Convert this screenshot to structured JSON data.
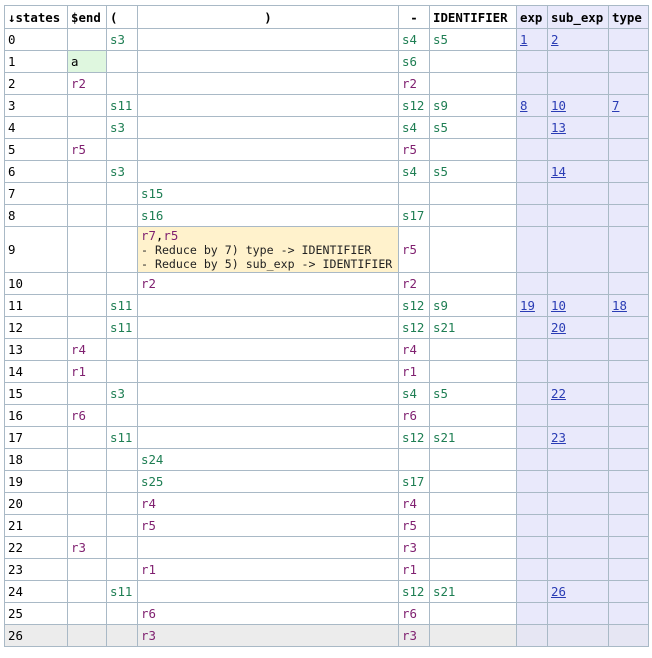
{
  "columns": [
    {
      "label": "↓states",
      "kind": "state"
    },
    {
      "label": "$end",
      "kind": "action"
    },
    {
      "label": "(",
      "kind": "action"
    },
    {
      "label": ")",
      "kind": "action"
    },
    {
      "label": "-",
      "kind": "action"
    },
    {
      "label": "IDENTIFIER",
      "kind": "action"
    },
    {
      "label": "exp",
      "kind": "goto"
    },
    {
      "label": "sub_exp",
      "kind": "goto"
    },
    {
      "label": "type",
      "kind": "goto"
    }
  ],
  "rows": [
    {
      "state": "0",
      "end": "",
      "lparen": "s3",
      "rparen": "",
      "dash": "s4",
      "ident": "s5",
      "exp": "1",
      "sub_exp": "2",
      "type": ""
    },
    {
      "state": "1",
      "end": "a",
      "lparen": "",
      "rparen": "",
      "dash": "s6",
      "ident": "",
      "exp": "",
      "sub_exp": "",
      "type": ""
    },
    {
      "state": "2",
      "end": "r2",
      "lparen": "",
      "rparen": "",
      "dash": "r2",
      "ident": "",
      "exp": "",
      "sub_exp": "",
      "type": ""
    },
    {
      "state": "3",
      "end": "",
      "lparen": "s11",
      "rparen": "",
      "dash": "s12",
      "ident": "s9",
      "exp": "8",
      "sub_exp": "10",
      "type": "7"
    },
    {
      "state": "4",
      "end": "",
      "lparen": "s3",
      "rparen": "",
      "dash": "s4",
      "ident": "s5",
      "exp": "",
      "sub_exp": "13",
      "type": ""
    },
    {
      "state": "5",
      "end": "r5",
      "lparen": "",
      "rparen": "",
      "dash": "r5",
      "ident": "",
      "exp": "",
      "sub_exp": "",
      "type": ""
    },
    {
      "state": "6",
      "end": "",
      "lparen": "s3",
      "rparen": "",
      "dash": "s4",
      "ident": "s5",
      "exp": "",
      "sub_exp": "14",
      "type": ""
    },
    {
      "state": "7",
      "end": "",
      "lparen": "",
      "rparen": "s15",
      "dash": "",
      "ident": "",
      "exp": "",
      "sub_exp": "",
      "type": ""
    },
    {
      "state": "8",
      "end": "",
      "lparen": "",
      "rparen": "s16",
      "dash": "s17",
      "ident": "",
      "exp": "",
      "sub_exp": "",
      "type": ""
    },
    {
      "state": "9",
      "end": "",
      "lparen": "",
      "rparen": "",
      "dash": "r5",
      "ident": "",
      "exp": "",
      "sub_exp": "",
      "type": "",
      "conflict": {
        "reduce_a": "r7",
        "sep": ",",
        "reduce_b": "r5",
        "note_a": "- Reduce by 7) type -> IDENTIFIER",
        "note_b": "- Reduce by 5) sub_exp -> IDENTIFIER"
      }
    },
    {
      "state": "10",
      "end": "",
      "lparen": "",
      "rparen": "r2",
      "dash": "r2",
      "ident": "",
      "exp": "",
      "sub_exp": "",
      "type": ""
    },
    {
      "state": "11",
      "end": "",
      "lparen": "s11",
      "rparen": "",
      "dash": "s12",
      "ident": "s9",
      "exp": "19",
      "sub_exp": "10",
      "type": "18"
    },
    {
      "state": "12",
      "end": "",
      "lparen": "s11",
      "rparen": "",
      "dash": "s12",
      "ident": "s21",
      "exp": "",
      "sub_exp": "20",
      "type": ""
    },
    {
      "state": "13",
      "end": "r4",
      "lparen": "",
      "rparen": "",
      "dash": "r4",
      "ident": "",
      "exp": "",
      "sub_exp": "",
      "type": ""
    },
    {
      "state": "14",
      "end": "r1",
      "lparen": "",
      "rparen": "",
      "dash": "r1",
      "ident": "",
      "exp": "",
      "sub_exp": "",
      "type": ""
    },
    {
      "state": "15",
      "end": "",
      "lparen": "s3",
      "rparen": "",
      "dash": "s4",
      "ident": "s5",
      "exp": "",
      "sub_exp": "22",
      "type": ""
    },
    {
      "state": "16",
      "end": "r6",
      "lparen": "",
      "rparen": "",
      "dash": "r6",
      "ident": "",
      "exp": "",
      "sub_exp": "",
      "type": ""
    },
    {
      "state": "17",
      "end": "",
      "lparen": "s11",
      "rparen": "",
      "dash": "s12",
      "ident": "s21",
      "exp": "",
      "sub_exp": "23",
      "type": ""
    },
    {
      "state": "18",
      "end": "",
      "lparen": "",
      "rparen": "s24",
      "dash": "",
      "ident": "",
      "exp": "",
      "sub_exp": "",
      "type": ""
    },
    {
      "state": "19",
      "end": "",
      "lparen": "",
      "rparen": "s25",
      "dash": "s17",
      "ident": "",
      "exp": "",
      "sub_exp": "",
      "type": ""
    },
    {
      "state": "20",
      "end": "",
      "lparen": "",
      "rparen": "r4",
      "dash": "r4",
      "ident": "",
      "exp": "",
      "sub_exp": "",
      "type": ""
    },
    {
      "state": "21",
      "end": "",
      "lparen": "",
      "rparen": "r5",
      "dash": "r5",
      "ident": "",
      "exp": "",
      "sub_exp": "",
      "type": ""
    },
    {
      "state": "22",
      "end": "r3",
      "lparen": "",
      "rparen": "",
      "dash": "r3",
      "ident": "",
      "exp": "",
      "sub_exp": "",
      "type": ""
    },
    {
      "state": "23",
      "end": "",
      "lparen": "",
      "rparen": "r1",
      "dash": "r1",
      "ident": "",
      "exp": "",
      "sub_exp": "",
      "type": ""
    },
    {
      "state": "24",
      "end": "",
      "lparen": "s11",
      "rparen": "",
      "dash": "s12",
      "ident": "s21",
      "exp": "",
      "sub_exp": "26",
      "type": ""
    },
    {
      "state": "25",
      "end": "",
      "lparen": "",
      "rparen": "r6",
      "dash": "r6",
      "ident": "",
      "exp": "",
      "sub_exp": "",
      "type": ""
    },
    {
      "state": "26",
      "end": "",
      "lparen": "",
      "rparen": "r3",
      "dash": "r3",
      "ident": "",
      "exp": "",
      "sub_exp": "",
      "type": ""
    }
  ],
  "colors": {
    "shift": "#1e7e53",
    "reduce": "#7f1f6f",
    "goto_link": "#2a3cb4",
    "goto_bg": "#e9e9fb",
    "accept_bg": "#dff7df",
    "conflict_bg": "#fff2cc",
    "border": "#a9b9c6"
  }
}
